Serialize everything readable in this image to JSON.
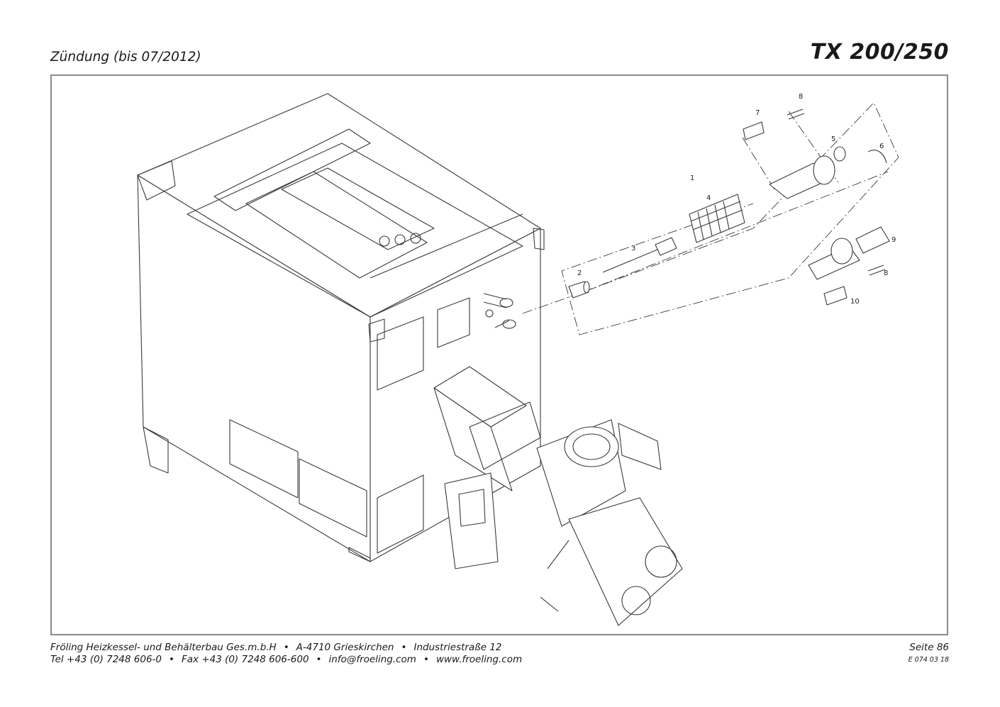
{
  "header": {
    "subtitle": "Zündung (bis 07/2012)",
    "model": "TX 200/250"
  },
  "diagram": {
    "part_labels": [
      "1",
      "2",
      "3",
      "4",
      "5",
      "6",
      "7",
      "8",
      "8",
      "9",
      "10"
    ]
  },
  "footer": {
    "company": "Fröling Heizkessel- und Behälterbau Ges.m.b.H",
    "address_city": "A-4710 Grieskirchen",
    "address_street": "Industriestraße 12",
    "tel": "Tel +43 (0) 7248 606-0",
    "fax": "Fax +43 (0) 7248 606-600",
    "email": "info@froeling.com",
    "web": "www.froeling.com",
    "page": "Seite 86",
    "doc_code": "E 074 03 18",
    "separator": "•"
  },
  "colors": {
    "line": "#3a3a3a",
    "frame": "#8a8a8a",
    "text": "#1a1a1a"
  }
}
